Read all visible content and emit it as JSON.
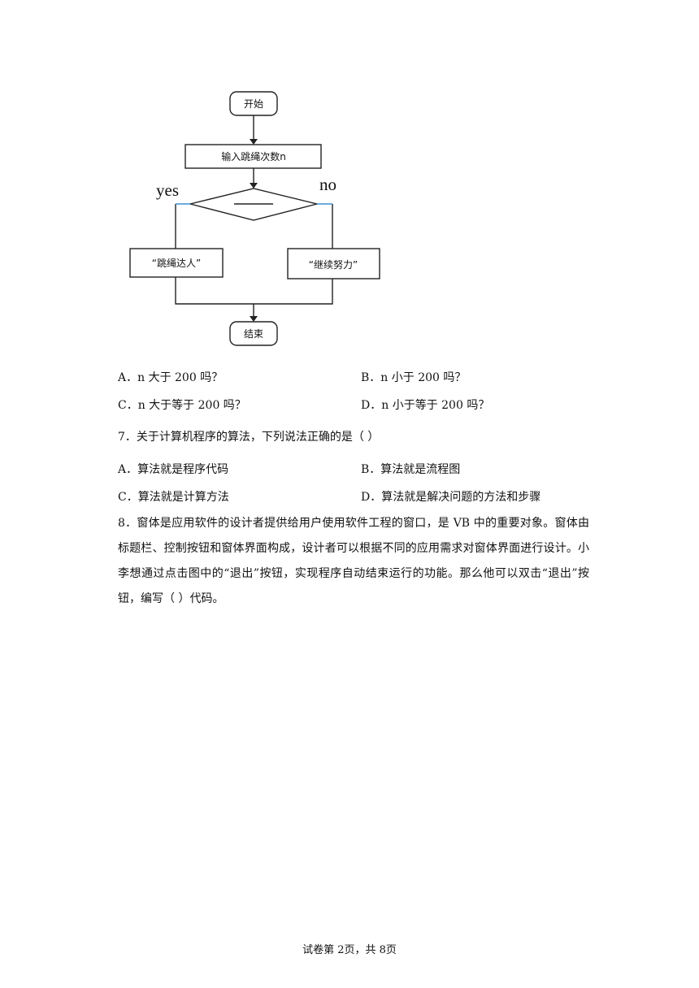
{
  "flowchart": {
    "start_label": "开始",
    "input_label": "输入跳绳次数n",
    "yes_label": "yes",
    "no_label": "no",
    "yes_output": "“跳绳达人”",
    "no_output": "“继续努力”",
    "end_label": "结束"
  },
  "question6": {
    "option_a": "A．n 大于 200 吗？",
    "option_b": "B．n 小于 200 吗？",
    "option_c": "C．n 大于等于 200 吗？",
    "option_d": "D．n 小于等于 200 吗？"
  },
  "question7": {
    "stem": "7．关于计算机程序的算法，下列说法正确的是（          ）",
    "option_a": "A．算法就是程序代码",
    "option_b": "B．算法就是流程图",
    "option_c": "C．算法就是计算方法",
    "option_d": "D．算法就是解决问题的方法和步骤"
  },
  "question8": {
    "stem": "8．窗体是应用软件的设计者提供给用户使用软件工程的窗口，是 VB 中的重要对象。窗体由标题栏、控制按钮和窗体界面构成，设计者可以根据不同的应用需求对窗体界面进行设计。小李想通过点击图中的“退出”按钮，实现程序自动结束运行的功能。那么他可以双击“退出”按钮，编写（  ）代码。"
  },
  "footer": {
    "page_info": "试卷第 2页，共 8页"
  }
}
